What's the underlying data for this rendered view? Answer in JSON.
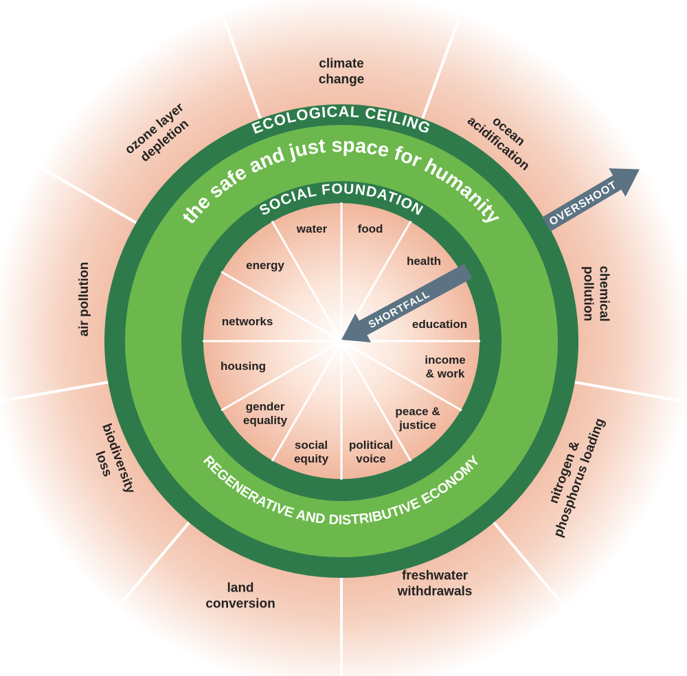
{
  "title_ring": {
    "ecological_ceiling": "ECOLOGICAL CEILING",
    "safe_space": "the safe and just space for humanity",
    "social_foundation": "SOCIAL FOUNDATION",
    "economy": "REGENERATIVE AND DISTRIBUTIVE ECONOMY"
  },
  "arrows": {
    "overshoot": "OVERSHOOT",
    "shortfall": "SHORTFALL"
  },
  "ecological_ceiling_dimensions": [
    [
      "climate",
      "change"
    ],
    [
      "ocean",
      "acidification"
    ],
    [
      "chemical",
      "pollution"
    ],
    [
      "nitrogen &",
      "phosphorus loading"
    ],
    [
      "freshwater",
      "withdrawals"
    ],
    [
      "land",
      "conversion"
    ],
    [
      "biodiversity",
      "loss"
    ],
    [
      "air pollution"
    ],
    [
      "ozone layer",
      "depletion"
    ]
  ],
  "social_foundation_dimensions": [
    [
      "food"
    ],
    [
      "health"
    ],
    [
      "education"
    ],
    [
      "income",
      "& work"
    ],
    [
      "peace &",
      "justice"
    ],
    [
      "political",
      "voice"
    ],
    [
      "social",
      "equity"
    ],
    [
      "gender",
      "equality"
    ],
    [
      "housing"
    ],
    [
      "networks"
    ],
    [
      "energy"
    ],
    [
      "water"
    ]
  ],
  "colors": {
    "dark_green": "#2e7a4b",
    "light_green": "#6cb84c",
    "arrow": "#5b7383",
    "pink": "#f0b59b"
  }
}
